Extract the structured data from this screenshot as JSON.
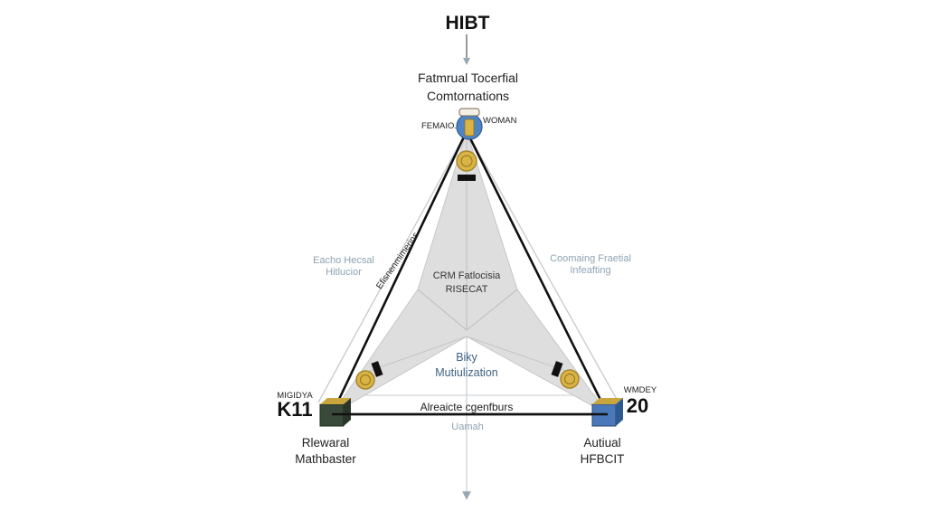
{
  "diagram": {
    "title": "HIBT",
    "subtitle_line1": "Fatmrual Tocerfial",
    "subtitle_line2": "Comtornations",
    "top_left_tag": "FEMAIO.",
    "top_right_tag": "WOMAN",
    "left_side_faint_line1": "Eacho Hecsal",
    "left_side_faint_line2": "Hitlucior",
    "right_side_faint_line1": "Coomaing Fraetial",
    "right_side_faint_line2": "Infeafting",
    "left_edge_label": "Efisnenmimerins",
    "center_line1": "CRM Fatlocisia",
    "center_line2": "RISECAT",
    "center_blue_line1": "Biky",
    "center_blue_line2": "Mutiulization",
    "bottom_edge_label": "Alreaicte cgenfburs",
    "below_bottom_faint": "Uamah",
    "left_corner_tag": "MIGIDYA",
    "left_corner_number": "K11",
    "right_corner_tag": "WMDEY",
    "right_corner_number": "20",
    "left_bottom_line1": "Rlewaral",
    "left_bottom_line2": "Mathbaster",
    "right_bottom_line1": "Autiual",
    "right_bottom_line2": "HFBCIT",
    "colors": {
      "outline": "#111111",
      "fill": "#dedede",
      "coin": "#d9b445",
      "node_blue": "#4f84c4",
      "faint_text": "#8fa3b3",
      "center_blue_text": "#3d6282"
    }
  }
}
